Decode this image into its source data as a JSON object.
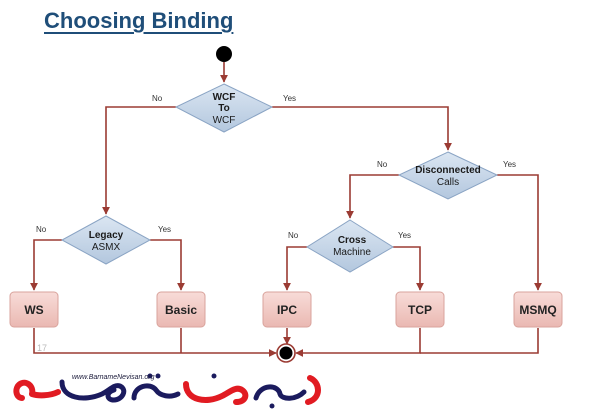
{
  "title": "Choosing Binding",
  "page_number": "17",
  "decisions": {
    "wcf": {
      "line1": "WCF",
      "line2": "To",
      "line3": "WCF",
      "no": "No",
      "yes": "Yes"
    },
    "legacy": {
      "line1": "Legacy",
      "line2": "ASMX",
      "no": "No",
      "yes": "Yes"
    },
    "disconnected": {
      "line1": "Disconnected",
      "line2": "Calls",
      "no": "No",
      "yes": "Yes"
    },
    "cross": {
      "line1": "Cross",
      "line2": "Machine",
      "no": "No",
      "yes": "Yes"
    }
  },
  "outcomes": {
    "ws": "WS",
    "basic": "Basic",
    "ipc": "IPC",
    "tcp": "TCP",
    "msmq": "MSMQ"
  },
  "logo": {
    "url": "www.BarnameNevisan.org"
  },
  "colors": {
    "title": "#1f4e79",
    "diamond_fill": "#c5d5e8",
    "box_fill": "#f2c9c4",
    "connector": "#9b3b33",
    "node": "#000000"
  }
}
